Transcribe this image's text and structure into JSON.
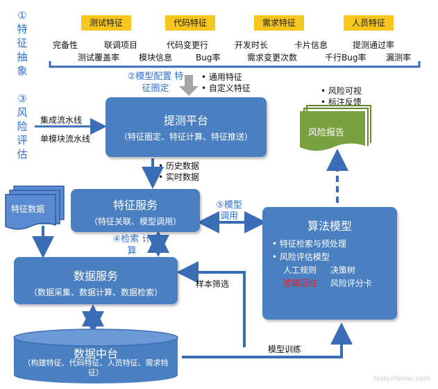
{
  "left_steps": {
    "step1": "① 特征抽象",
    "step3": "③ 风险评估"
  },
  "feature_tags": [
    "测试特征",
    "代码特征",
    "需求特征",
    "人员特征"
  ],
  "feature_row1": [
    "完备性",
    "联调项目",
    "代码变更行",
    "开发时长",
    "卡片信息",
    "提测通过率"
  ],
  "feature_row2": [
    "测试覆盖率",
    "模块信息",
    "Bug率",
    "需求变更次数",
    "千行Bug率",
    "漏测率"
  ],
  "model_config": {
    "label": "②模型配置 特征圈定",
    "bullets": [
      "• 通用特征",
      "• 自定义特征"
    ]
  },
  "pipelines": [
    "集成流水线",
    "单模块流水线"
  ],
  "platform": {
    "title": "提测平台",
    "subtitle": "（特征圈定、特征计算、特征推送）"
  },
  "platform_out": [
    "• 历史数据",
    "• 实时数据"
  ],
  "risk_report": {
    "label": "风险报告",
    "bullets": [
      "• 风险可视",
      "• 标注反馈"
    ]
  },
  "feature_data": "特征数据",
  "feature_service": {
    "title": "特征服务",
    "subtitle": "（特征关联、模型调用）"
  },
  "model_call": "⑤模型 调用",
  "retrieve_calc": "④检索 计算",
  "data_service": {
    "title": "数据服务",
    "subtitle": "（数据采集、数据计算、数据检索）"
  },
  "algo_model": {
    "title": "算法模型",
    "items": [
      "• 特征检索与预处理",
      "• 风险评估模型"
    ],
    "sub_row1": [
      "人工规则",
      "决策树"
    ],
    "sub_row2": [
      "逻辑回归",
      "风险评分卡"
    ]
  },
  "sample_filter": "样本筛选",
  "model_training": "模型训练",
  "data_center": {
    "title": "数据中台",
    "subtitle": "（构建特征、代码特征、人员特征、需求特征）"
  },
  "watermark": "testerhome.com",
  "colors": {
    "box": "#4a7fc1",
    "tag": "#f7c71f",
    "report": "#7aa03f",
    "accent": "#2f6fd1",
    "red": "#e02020"
  }
}
